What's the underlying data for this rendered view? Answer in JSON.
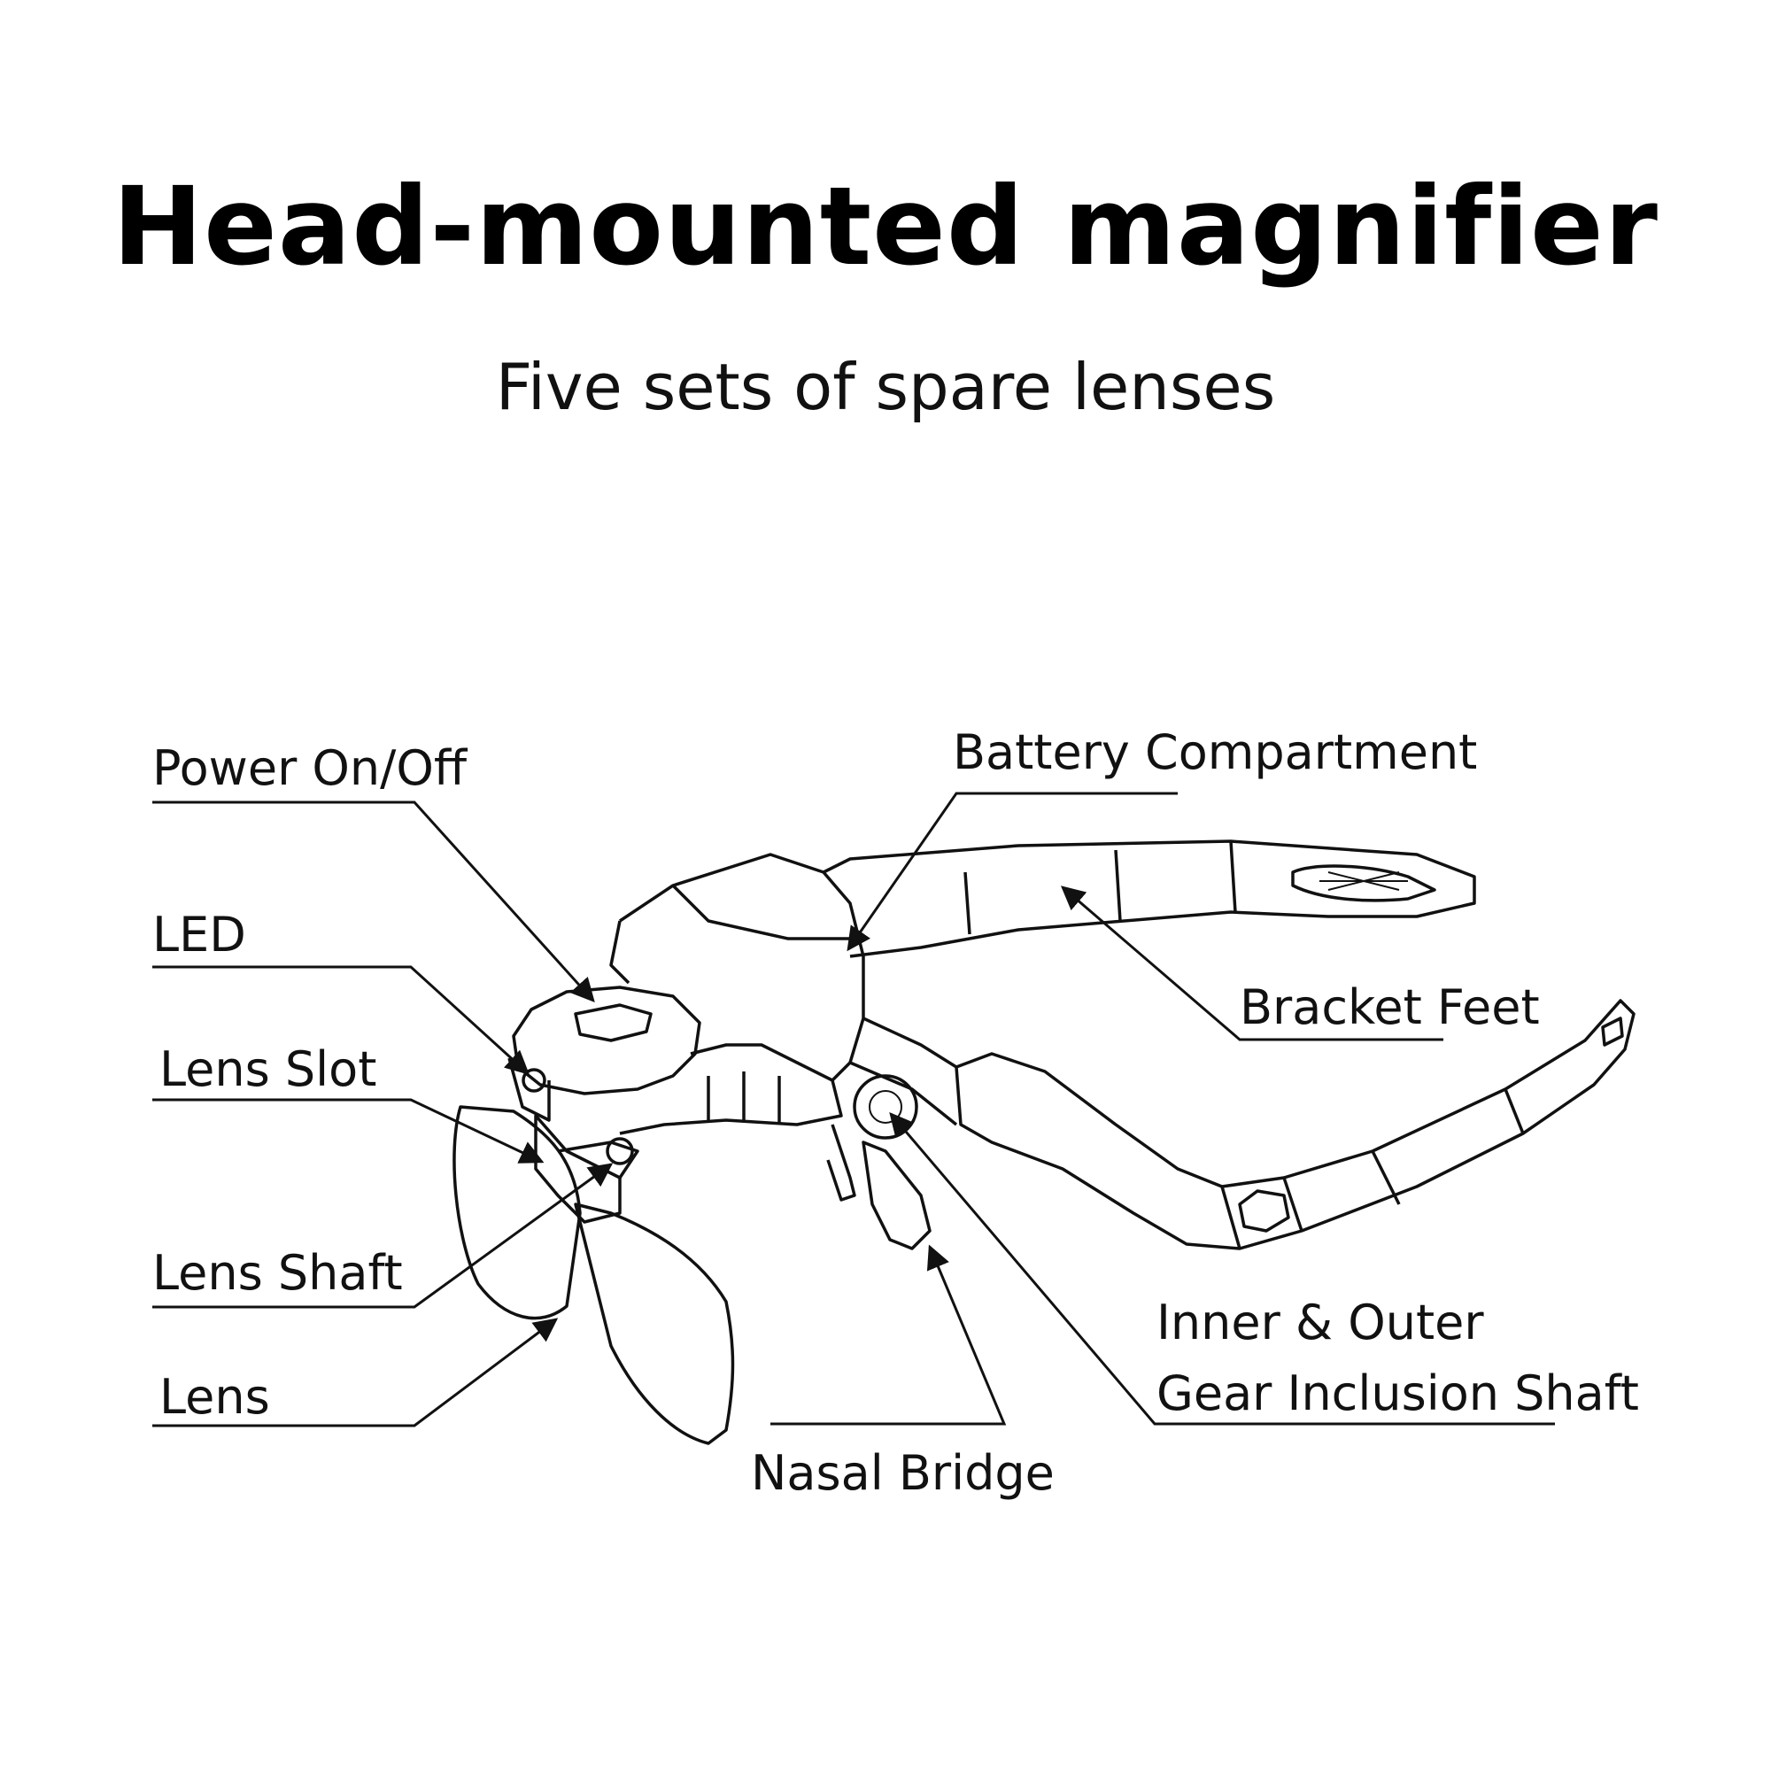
{
  "title": "Head-mounted magnifier",
  "subtitle": "Five sets of spare lenses",
  "labels": {
    "power": "Power On/Off",
    "led": "LED",
    "lens_slot": "Lens Slot",
    "lens_shaft": "Lens Shaft",
    "lens": "Lens",
    "battery": "Battery Compartment",
    "bracket": "Bracket Feet",
    "gear_line1": "Inner & Outer",
    "gear_line2": "Gear Inclusion Shaft",
    "nasal": "Nasal Bridge"
  }
}
